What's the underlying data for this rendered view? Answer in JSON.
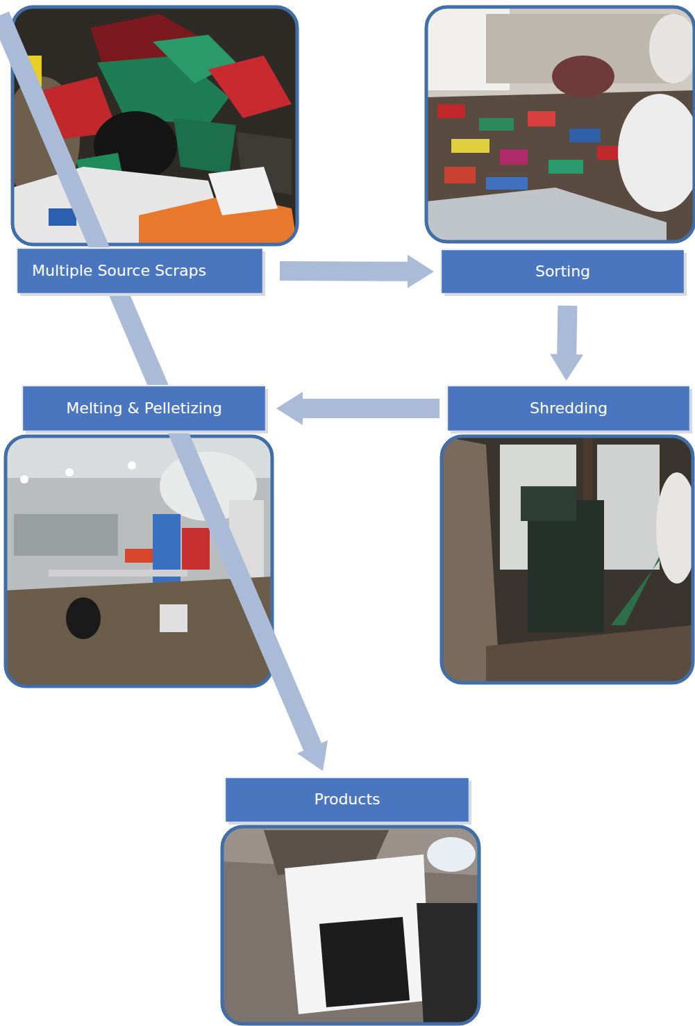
{
  "diagram": {
    "nodes": [
      {
        "text": [
          "Multiple Source Scraps"
        ]
      },
      {
        "text": [
          "Sorting"
        ]
      },
      {
        "text": [
          "Shredding"
        ]
      },
      {
        "text": [
          "Melting & Pelletizing"
        ]
      },
      {
        "text": [
          "Products"
        ]
      }
    ],
    "edges": [
      {
        "from": 0,
        "to": 1,
        "arrow": "to"
      },
      {
        "from": 1,
        "to": 2,
        "arrow": "to"
      },
      {
        "from": 2,
        "to": 3,
        "arrow": "to"
      },
      {
        "from": 3,
        "to": 4,
        "arrow": "to"
      }
    ]
  }
}
